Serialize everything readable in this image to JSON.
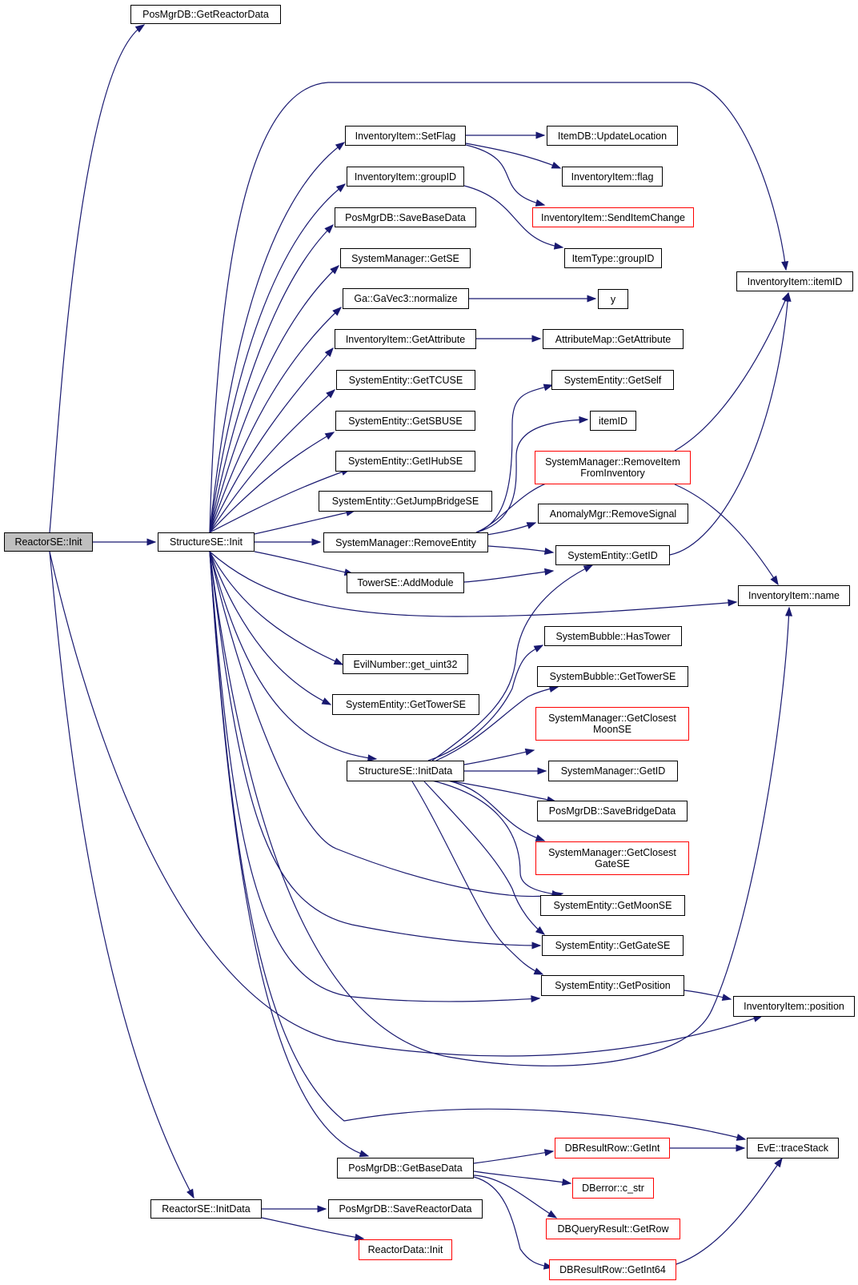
{
  "diagram": {
    "colors": {
      "edge": "#191970",
      "border": "#000000",
      "truncated_border": "#ff0000",
      "root_fill": "#bfbfbf"
    },
    "nodes": {
      "reactorse_init": "ReactorSE::Init",
      "posmgrdb_getreactordata": "PosMgrDB::GetReactorData",
      "structurese_init": "StructureSE::Init",
      "reactorse_initdata": "ReactorSE::InitData",
      "inventoryitem_itemid": "InventoryItem::itemID",
      "inventoryitem_setflag": "InventoryItem::SetFlag",
      "itemdb_updatelocation": "ItemDB::UpdateLocation",
      "inventoryitem_flag": "InventoryItem::flag",
      "inventoryitem_senditemchange": "InventoryItem::SendItemChange",
      "inventoryitem_groupid": "InventoryItem::groupID",
      "itemtype_groupid": "ItemType::groupID",
      "posmgrdb_savebasedata": "PosMgrDB::SaveBaseData",
      "systemmanager_getse": "SystemManager::GetSE",
      "ga_gavec3_normalize": "Ga::GaVec3::normalize",
      "y": "y",
      "inventoryitem_getattribute": "InventoryItem::GetAttribute",
      "attributemap_getattribute": "AttributeMap::GetAttribute",
      "systementity_gettcuse": "SystemEntity::GetTCUSE",
      "systementity_getself": "SystemEntity::GetSelf",
      "systementity_getsbuse": "SystemEntity::GetSBUSE",
      "itemid": "itemID",
      "systementity_getihubse": "SystemEntity::GetIHubSE",
      "systemmanager_removeitemfrominventory_1": "SystemManager::RemoveItem",
      "systemmanager_removeitemfrominventory_2": "FromInventory",
      "systementity_getjumpbridgese": "SystemEntity::GetJumpBridgeSE",
      "anomalymgr_removesignal": "AnomalyMgr::RemoveSignal",
      "systemmanager_removeentity": "SystemManager::RemoveEntity",
      "systementity_getid": "SystemEntity::GetID",
      "towerse_addmodule": "TowerSE::AddModule",
      "inventoryitem_name": "InventoryItem::name",
      "systembubble_hastower": "SystemBubble::HasTower",
      "evilnumber_get_uint32": "EvilNumber::get_uint32",
      "systembubble_gettowerse": "SystemBubble::GetTowerSE",
      "systementity_gettowerse": "SystemEntity::GetTowerSE",
      "systemmanager_getclosestmoonse_1": "SystemManager::GetClosest",
      "systemmanager_getclosestmoonse_2": "MoonSE",
      "structurese_initdata": "StructureSE::InitData",
      "systemmanager_getid": "SystemManager::GetID",
      "posmgrdb_savebridgedata": "PosMgrDB::SaveBridgeData",
      "systemmanager_getclosestgatese_1": "SystemManager::GetClosest",
      "systemmanager_getclosestgatese_2": "GateSE",
      "systementity_getmoonse": "SystemEntity::GetMoonSE",
      "systementity_getgatese": "SystemEntity::GetGateSE",
      "systementity_getposition": "SystemEntity::GetPosition",
      "inventoryitem_position": "InventoryItem::position",
      "dbresultrow_getint": "DBResultRow::GetInt",
      "eve_tracestack": "EvE::traceStack",
      "posmgrdb_getbasedata": "PosMgrDB::GetBaseData",
      "dberror_c_str": "DBerror::c_str",
      "posmgrdb_savereactordata": "PosMgrDB::SaveReactorData",
      "dbqueryresult_getrow": "DBQueryResult::GetRow",
      "reactordata_init": "ReactorData::Init",
      "dbresultrow_getint64": "DBResultRow::GetInt64"
    }
  }
}
